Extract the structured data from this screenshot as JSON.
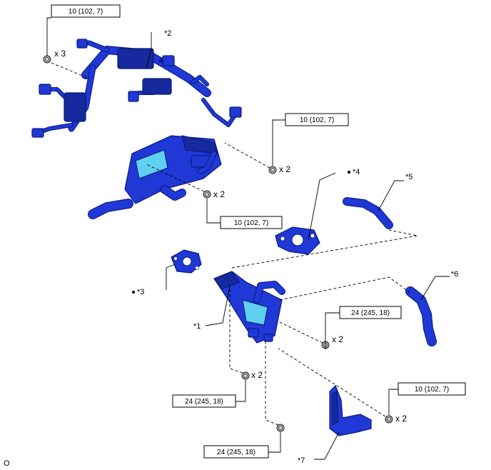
{
  "torque_specs": [
    {
      "id": "t1",
      "text": "10 (102, 7)"
    },
    {
      "id": "t2",
      "text": "10 (102, 7)"
    },
    {
      "id": "t3",
      "text": "10 (102, 7)"
    },
    {
      "id": "t4",
      "text": "24 (245, 18)"
    },
    {
      "id": "t5",
      "text": "24 (245, 18)"
    },
    {
      "id": "t6",
      "text": "10 (102, 7)"
    },
    {
      "id": "t7",
      "text": "24 (245, 18)"
    }
  ],
  "quantities": {
    "harness_bolts": "x 3",
    "upper_right_bolts": "x 2",
    "middle_nuts": "x 2",
    "cooler_right_bolts": "x 2",
    "cooler_lower_bolts": "x 2",
    "bracket_bolts": "x 2"
  },
  "callouts": {
    "c1": "*1",
    "c2": "*2",
    "c3": "*3",
    "c4": "*4",
    "c5": "*5",
    "c6": "*6",
    "c7": "*7"
  },
  "corner_code": "O",
  "icons": {
    "bolt": "bolt-icon",
    "nut": "nut-icon",
    "non_reusable_dot": "bullet-dot-icon"
  },
  "colors": {
    "part_blue": "#1f38d6",
    "part_dark": "#16299e",
    "part_highlight": "#5fd0f0",
    "line": "#000000"
  }
}
